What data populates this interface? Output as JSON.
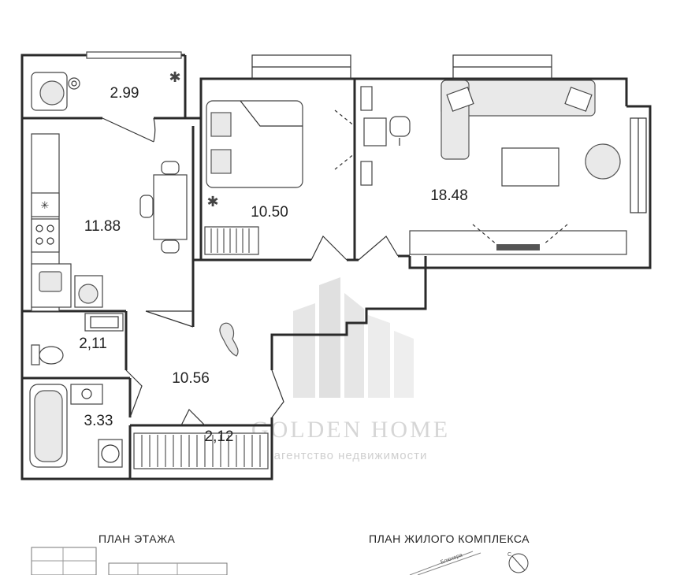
{
  "rooms": [
    {
      "id": "loggia-left",
      "area": "2.99"
    },
    {
      "id": "bedroom",
      "area": "10.50"
    },
    {
      "id": "living-room",
      "area": "18.48"
    },
    {
      "id": "kitchen",
      "area": "11.88"
    },
    {
      "id": "toilet",
      "area": "2,11"
    },
    {
      "id": "hallway",
      "area": "10.56"
    },
    {
      "id": "bathroom",
      "area": "3.33"
    },
    {
      "id": "storage",
      "area": "2,12"
    }
  ],
  "watermark": {
    "brand": "GOLDEN HOME",
    "tagline": "агентство недвижимости"
  },
  "footer": {
    "floor_plan_label": "ПЛАН ЭТАЖА",
    "complex_plan_label": "ПЛАН ЖИЛОГО КОМПЛЕКСА",
    "street_label": "Блюхера",
    "compass_label": "С"
  },
  "colors": {
    "wall": "#2a2a2a",
    "watermark": "#d6d6d6",
    "background": "#ffffff"
  }
}
